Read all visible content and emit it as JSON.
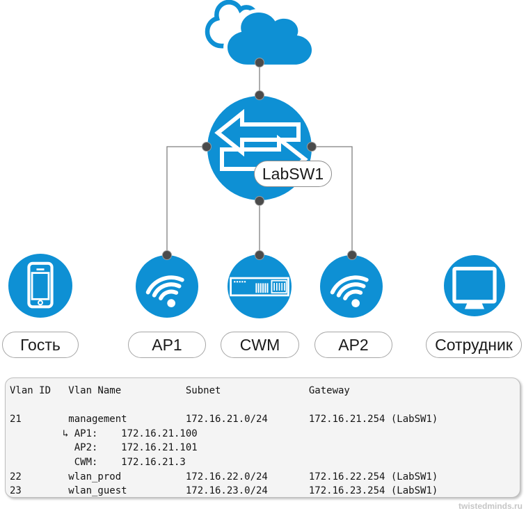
{
  "colors": {
    "node_blue": "#0e90d4",
    "line_gray": "#7f7f7f",
    "dot_gray": "#4b4b4b",
    "pill_border_gray": "#a6a6a6",
    "table_bg": "#f4f4f4"
  },
  "diagram": {
    "switch": {
      "label": "LabSW1"
    },
    "devices": [
      {
        "label": "Гость",
        "icon": "phone-icon"
      },
      {
        "label": "AP1",
        "icon": "wifi-icon"
      },
      {
        "label": "CWM",
        "icon": "appliance-icon"
      },
      {
        "label": "AP2",
        "icon": "wifi-icon"
      },
      {
        "label": "Сотрудник",
        "icon": "monitor-icon"
      }
    ]
  },
  "table": {
    "headers": [
      "Vlan ID",
      "Vlan Name",
      "Subnet",
      "Gateway"
    ],
    "vlans": [
      {
        "id": "21",
        "name": "management",
        "subnet": "172.16.21.0/24",
        "gateway": "172.16.21.254 (LabSW1)",
        "hosts": [
          {
            "name": "AP1",
            "ip": "172.16.21.100"
          },
          {
            "name": "AP2",
            "ip": "172.16.21.101"
          },
          {
            "name": "CWM",
            "ip": "172.16.21.3"
          }
        ]
      },
      {
        "id": "22",
        "name": "wlan_prod",
        "subnet": "172.16.22.0/24",
        "gateway": "172.16.22.254 (LabSW1)",
        "hosts": []
      },
      {
        "id": "23",
        "name": "wlan_guest",
        "subnet": "172.16.23.0/24",
        "gateway": "172.16.23.254 (LabSW1)",
        "hosts": []
      }
    ],
    "lines": [
      "Vlan ID   Vlan Name           Subnet               Gateway",
      "",
      "21        management          172.16.21.0/24       172.16.21.254 (LabSW1)",
      "         ↳ AP1:    172.16.21.100",
      "           AP2:    172.16.21.101",
      "           CWM:    172.16.21.3",
      "22        wlan_prod           172.16.22.0/24       172.16.22.254 (LabSW1)",
      "23        wlan_guest          172.16.23.0/24       172.16.23.254 (LabSW1)"
    ]
  },
  "watermark": "twistedminds.ru"
}
